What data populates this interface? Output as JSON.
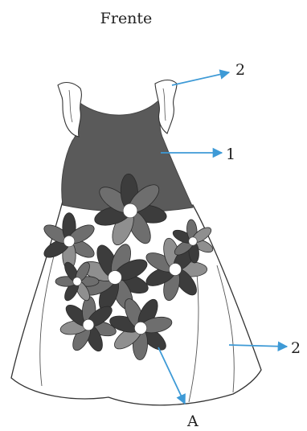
{
  "title": "Frente",
  "labels": {
    "strap": "2",
    "bodice": "1",
    "skirt": "2",
    "appliqué": "A"
  },
  "colors": {
    "arrow": "#3e9ad6",
    "bodice": "#5a5a5a",
    "outline": "#333333",
    "petal_dark": "#3c3c3c",
    "petal_mid": "#6e6e6e",
    "petal_light": "#8f8f8f",
    "flower_center": "#ffffff"
  }
}
